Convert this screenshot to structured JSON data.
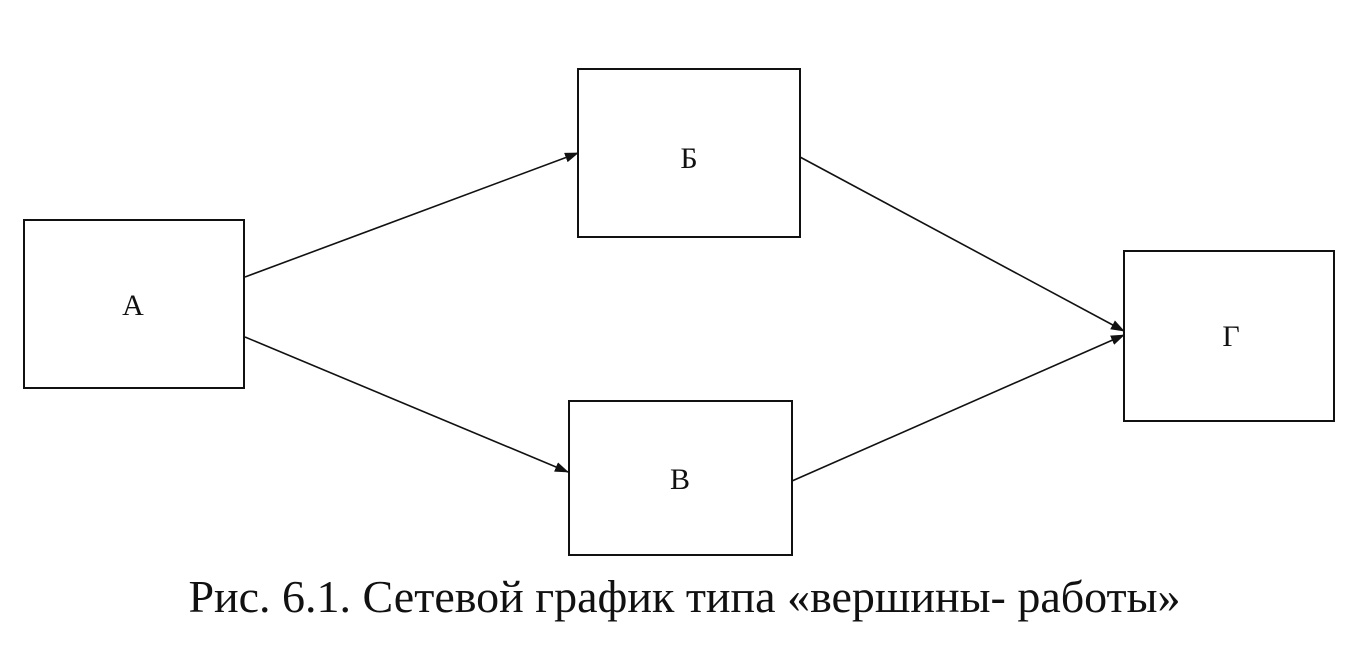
{
  "diagram": {
    "nodes": [
      {
        "id": "A",
        "label": "А"
      },
      {
        "id": "B",
        "label": "Б"
      },
      {
        "id": "V",
        "label": "В"
      },
      {
        "id": "G",
        "label": "Г"
      }
    ],
    "edges": [
      {
        "from": "A",
        "to": "B"
      },
      {
        "from": "A",
        "to": "V"
      },
      {
        "from": "B",
        "to": "G"
      },
      {
        "from": "V",
        "to": "G"
      }
    ],
    "caption": "Рис. 6.1. Сетевой график типа «вершины- работы»"
  }
}
